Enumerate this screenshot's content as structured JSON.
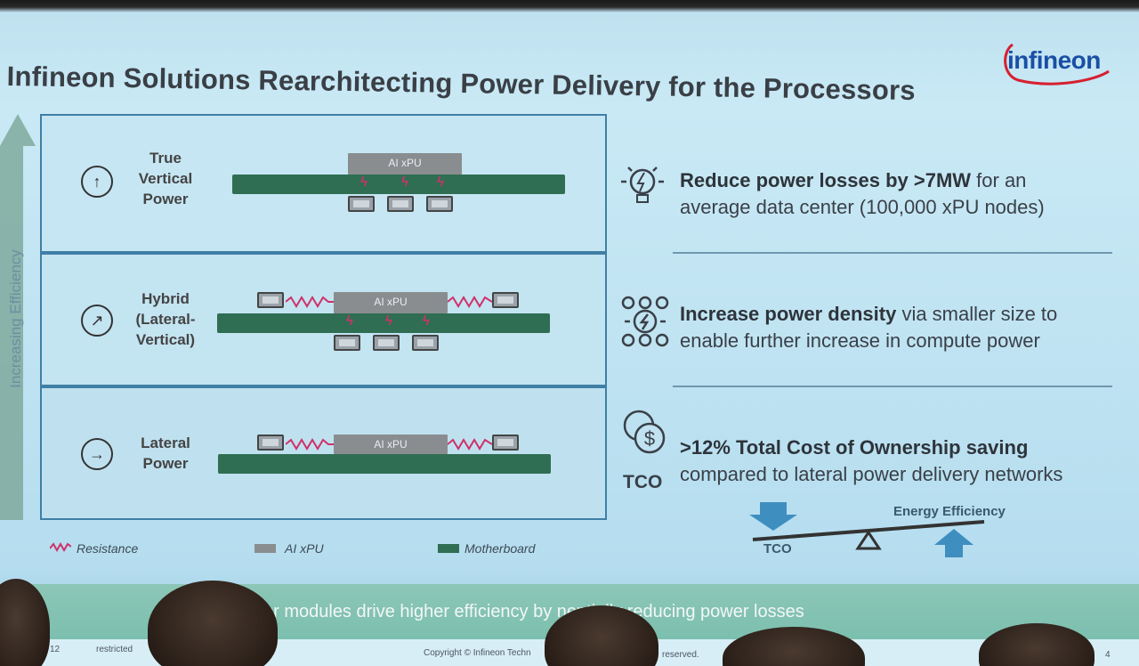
{
  "slide": {
    "title": "Infineon Solutions Rearchitecting Power Delivery for the Processors",
    "logo_text": "infineon",
    "efficiency_axis_label": "Increasing Efficiency",
    "rows": [
      {
        "label_lines": [
          "True",
          "Vertical",
          "Power"
        ],
        "icon": "arrow-up-circle-icon",
        "chip_label": "AI xPU"
      },
      {
        "label_lines": [
          "Hybrid",
          "(Lateral-",
          "Vertical)"
        ],
        "icon": "arrow-diagonal-circle-icon",
        "chip_label": "AI xPU"
      },
      {
        "label_lines": [
          "Lateral",
          "Power"
        ],
        "icon": "arrow-right-circle-icon",
        "chip_label": "AI xPU"
      }
    ],
    "benefits": [
      {
        "bold": "Reduce power losses by >7MW",
        "rest_line1": " for an",
        "line2": "average data center (100,000 xPU nodes)",
        "icon": "lightbulb-icon"
      },
      {
        "bold": "Increase power density",
        "rest_line1": " via smaller size to",
        "line2": "enable further increase in compute power",
        "icon": "power-density-icon"
      },
      {
        "bold": ">12% Total Cost of Ownership saving",
        "rest_line1": "",
        "line2": "compared to lateral power delivery networks",
        "icon": "dollar-coin-icon",
        "icon_caption": "TCO"
      }
    ],
    "legend": {
      "resistance": "Resistance",
      "xpu": "AI xPU",
      "motherboard": "Motherboard"
    },
    "balance": {
      "left_label": "TCO",
      "right_label": "Energy Efficiency"
    },
    "bottom_banner": "er modules drive higher efficiency by      nentially reducing power losses",
    "footer": {
      "page_num": "12",
      "classification": "restricted",
      "copyright": "Copyright © Infineon Techn",
      "reserved": "reserved.",
      "slide_no": "4"
    },
    "colors": {
      "board": "#2f6e53",
      "chip": "#8a8d90",
      "resistance": "#d0306a",
      "logo": "#1a4fa5",
      "panel_border": "#3f7fa5"
    }
  }
}
